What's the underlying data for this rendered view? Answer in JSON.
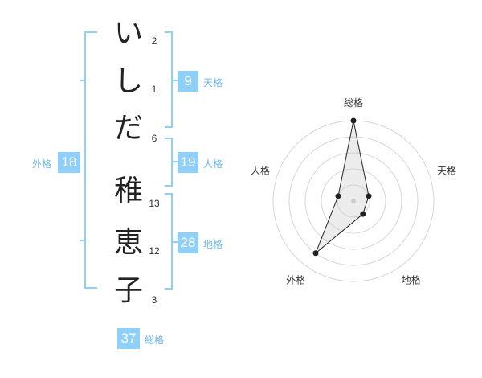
{
  "name_chars": [
    {
      "char": "い",
      "strokes": "2"
    },
    {
      "char": "し",
      "strokes": "1"
    },
    {
      "char": "だ",
      "strokes": "6"
    },
    {
      "char": "稚",
      "strokes": "13"
    },
    {
      "char": "恵",
      "strokes": "12"
    },
    {
      "char": "子",
      "strokes": "3"
    }
  ],
  "kakusuu": {
    "tenkaku": {
      "label": "天格",
      "value": "9"
    },
    "jinkaku": {
      "label": "人格",
      "value": "19"
    },
    "chikaku": {
      "label": "地格",
      "value": "28"
    },
    "gaikaku": {
      "label": "外格",
      "value": "18"
    },
    "soukaku": {
      "label": "総格",
      "value": "37"
    }
  },
  "colors": {
    "accent": "#8fd0fb",
    "label": "#6cb6e8"
  },
  "chart_data": {
    "type": "radar",
    "axes": [
      "総格",
      "天格",
      "地格",
      "外格",
      "人格"
    ],
    "values": [
      5,
      1,
      1,
      4,
      1
    ],
    "rmax": 5,
    "rings": 5
  }
}
